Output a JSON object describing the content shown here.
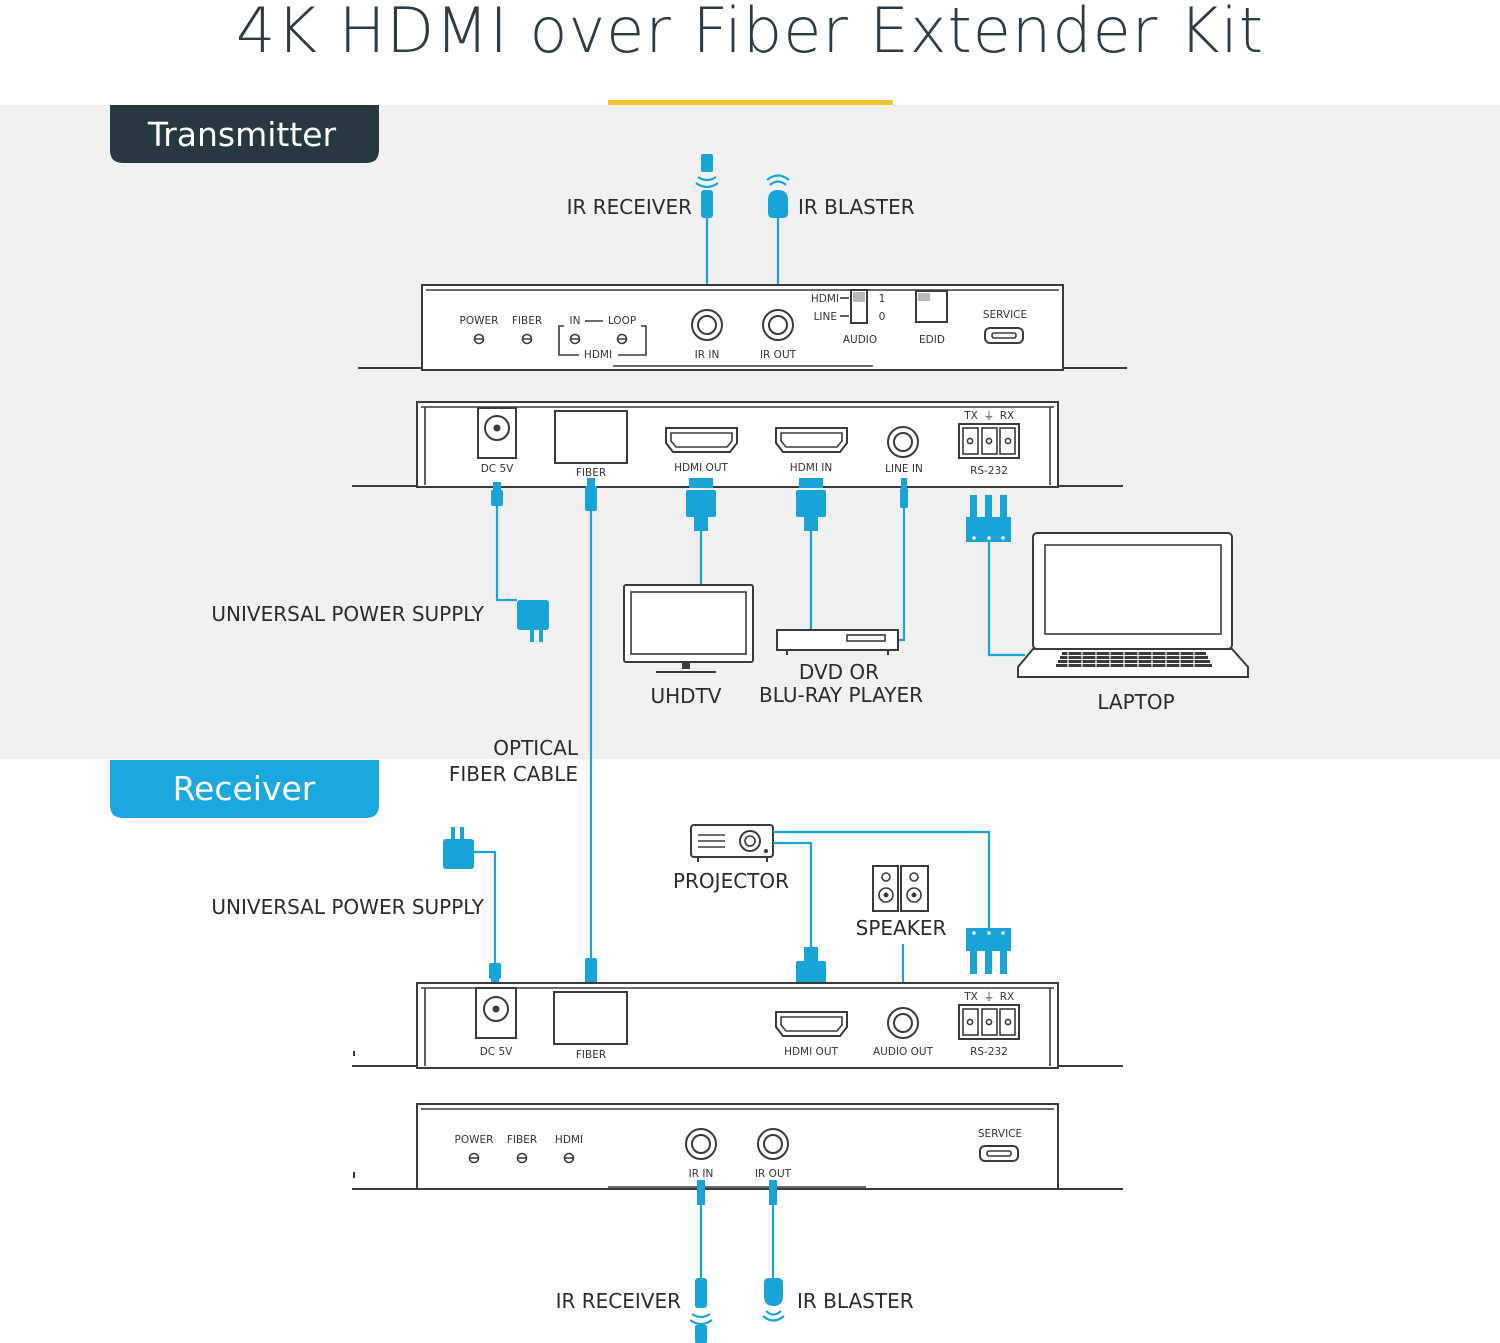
{
  "title": "4K HDMI over Fiber Extender Kit",
  "colors": {
    "accent_yellow": "#f1c232",
    "transmitter_tag": "#263842",
    "receiver_tag": "#1ba8e0",
    "cable_blue": "#18a4d6",
    "panel_gray": "#f1f1f1"
  },
  "transmitter": {
    "tag": "Transmitter",
    "front_panel": {
      "power": "POWER",
      "fiber": "FIBER",
      "in": "IN",
      "loop": "LOOP",
      "hdmi": "HDMI",
      "ir_in": "IR IN",
      "ir_out": "IR OUT",
      "switch_hdmi": "HDMI",
      "switch_line": "LINE",
      "switch_1": "1",
      "switch_0": "0",
      "audio": "AUDIO",
      "edid": "EDID",
      "service": "SERVICE"
    },
    "rear_panel": {
      "dc": "DC 5V",
      "fiber": "FIBER",
      "hdmi_out": "HDMI OUT",
      "hdmi_in": "HDMI IN",
      "line_in": "LINE  IN",
      "tx": "TX",
      "rx": "RX",
      "rs232": "RS-232"
    },
    "labels": {
      "ir_receiver": "IR RECEIVER",
      "ir_blaster": "IR BLASTER",
      "power_supply": "UNIVERSAL POWER SUPPLY",
      "uhdtv": "UHDTV",
      "dvd_line1": "DVD OR",
      "dvd_line2": "BLU-RAY PLAYER",
      "laptop": "LAPTOP"
    }
  },
  "fiber_cable": {
    "line1": "OPTICAL",
    "line2": "FIBER CABLE"
  },
  "receiver": {
    "tag": "Receiver",
    "labels": {
      "power_supply": "UNIVERSAL POWER SUPPLY",
      "projector": "PROJECTOR",
      "speaker": "SPEAKER",
      "ir_receiver": "IR RECEIVER",
      "ir_blaster": "IR BLASTER"
    },
    "rear_panel": {
      "dc": "DC 5V",
      "fiber": "FIBER",
      "hdmi_out": "HDMI OUT",
      "audio_out": "AUDIO OUT",
      "tx": "TX",
      "rx": "RX",
      "rs232": "RS-232"
    },
    "front_panel": {
      "power": "POWER",
      "fiber": "FIBER",
      "hdmi": "HDMI",
      "ir_in": "IR IN",
      "ir_out": "IR OUT",
      "service": "SERVICE"
    }
  }
}
